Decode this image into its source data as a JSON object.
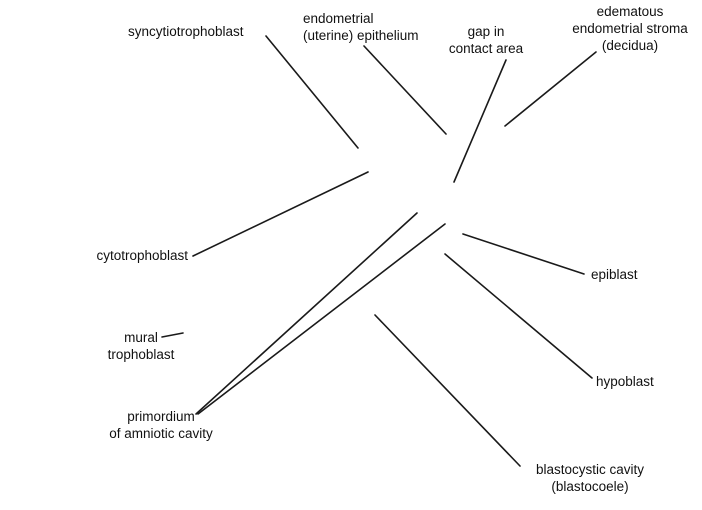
{
  "labels": {
    "syncytiotrophoblast": [
      "syncytiotrophoblast"
    ],
    "endometrial_epithelium": [
      "endometrial",
      "(uterine) epithelium"
    ],
    "gap_in_contact_area": [
      "gap in",
      "contact area"
    ],
    "edematous_stroma": [
      "edematous",
      "endometrial stroma",
      "(decidua)"
    ],
    "cytotrophoblast": [
      "cytotrophoblast"
    ],
    "epiblast": [
      "epiblast"
    ],
    "mural_trophoblast": [
      "mural",
      "trophoblast"
    ],
    "hypoblast": [
      "hypoblast"
    ],
    "primordium_amniotic_cavity": [
      "primordium",
      "of amniotic cavity"
    ],
    "blastocystic_cavity": [
      "blastocystic cavity",
      "(blastocoele)"
    ]
  }
}
